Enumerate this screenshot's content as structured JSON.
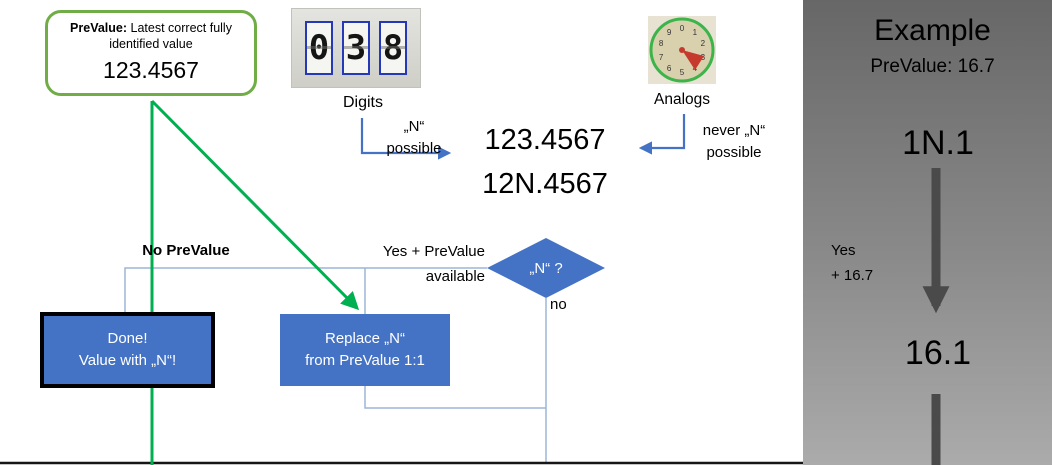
{
  "prevalue_box": {
    "label": "PreValue:",
    "description": "Latest correct fully identified value",
    "value": "123.4567"
  },
  "digit_counter": {
    "caption": "Digits",
    "digits": [
      "0",
      "3",
      "8"
    ],
    "note": [
      "„N“",
      "possible"
    ]
  },
  "analog_gauge": {
    "caption": "Analogs",
    "note": [
      "never „N“",
      "possible"
    ],
    "dial": [
      "0",
      "1",
      "2",
      "3",
      "4",
      "5",
      "6",
      "7",
      "8",
      "9"
    ]
  },
  "recognized_values": {
    "line1": "123.4567",
    "line2": "12N.4567"
  },
  "decision": {
    "label": "„N“ ?",
    "yes_branch": [
      "Yes + PreValue",
      "available"
    ],
    "no_branch": "no",
    "no_prevalue": "No PreValue"
  },
  "done_box": {
    "line1": "Done!",
    "line2": "Value with „N“!"
  },
  "replace_box": {
    "line1": "Replace „N“",
    "line2": "from PreValue 1:1"
  },
  "example": {
    "title": "Example",
    "subtitle": "PreValue: 16.7",
    "before": "1N.1",
    "arrow_label": [
      "Yes",
      "+ 16.7"
    ],
    "after": "16.1"
  },
  "colors": {
    "accent_blue": "#4472c4",
    "flow_green": "#00b050",
    "prevalue_border_green": "#70ad47",
    "connector_blue": "#9bb6d9",
    "panel_gray_top": "#676767",
    "panel_gray_bottom": "#ababab",
    "panel_arrow_gray": "#4a4a4a",
    "digit_box_blue": "#2438b8",
    "gauge_ring_green": "#3cb44a",
    "needle_red": "#c63a2e"
  }
}
